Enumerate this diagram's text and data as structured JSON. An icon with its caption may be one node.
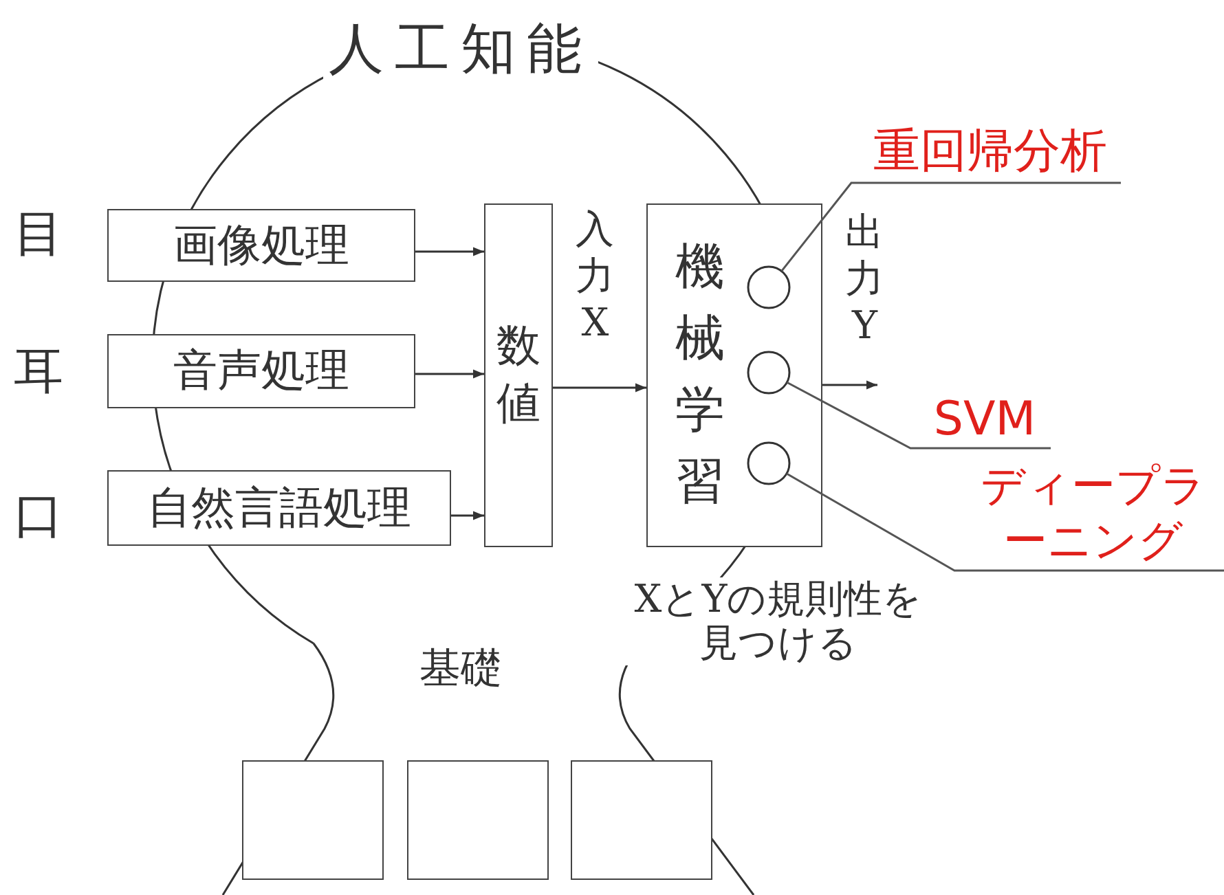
{
  "diagram": {
    "title": "人工知能",
    "nodes": [
      {
        "text": [
          "画像処理"
        ]
      },
      {
        "text": [
          "音声処理"
        ]
      },
      {
        "text": [
          "自然言語処理"
        ]
      },
      {
        "text": [
          "数値"
        ]
      },
      {
        "text": [
          "機械学習"
        ]
      },
      {
        "text": [],
        "shape": "circle",
        "in": 4
      },
      {
        "text": [],
        "shape": "circle",
        "in": 4
      },
      {
        "text": [],
        "shape": "circle",
        "in": 4
      },
      {
        "text": [
          "重回帰分析"
        ]
      },
      {
        "text": [
          "SVM"
        ]
      },
      {
        "text": [
          "ディープラーニング"
        ]
      },
      {
        "text": [],
        "shape": "box"
      },
      {
        "text": [],
        "shape": "box"
      },
      {
        "text": [],
        "shape": "box"
      }
    ],
    "edges": [
      {
        "from": 0,
        "to": 3,
        "arrow": "to"
      },
      {
        "from": 1,
        "to": 3,
        "arrow": "to"
      },
      {
        "from": 2,
        "to": 3,
        "arrow": "to"
      },
      {
        "from": 3,
        "to": 4,
        "arrow": "to",
        "label": "入力X"
      },
      {
        "from": 4,
        "to": null,
        "arrow": "to",
        "label": "出力Y"
      },
      {
        "from": 8,
        "to": 5,
        "arrow": "none"
      },
      {
        "from": 9,
        "to": 6,
        "arrow": "none"
      },
      {
        "from": 10,
        "to": 7,
        "arrow": "none"
      }
    ],
    "labels": [
      "目",
      "耳",
      "口",
      "基礎",
      "XとYの規則性を見つける"
    ]
  }
}
